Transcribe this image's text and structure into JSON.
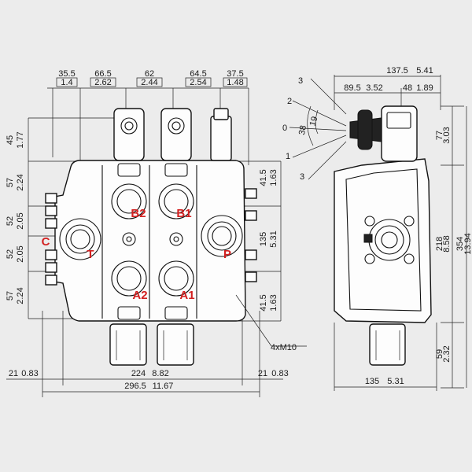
{
  "top_dims": {
    "d1": {
      "mm": "35.5",
      "in": "1.4"
    },
    "d2": {
      "mm": "66.5",
      "in": "2.62"
    },
    "d3": {
      "mm": "62",
      "in": "2.44"
    },
    "d4": {
      "mm": "64.5",
      "in": "2.54"
    },
    "d5": {
      "mm": "37.5",
      "in": "1.48"
    }
  },
  "left_dims": {
    "h1": {
      "mm": "45",
      "in": "1.77"
    },
    "h2": {
      "mm": "57",
      "in": "2.24"
    },
    "h3": {
      "mm": "52",
      "in": "2.05"
    },
    "h4": {
      "mm": "52",
      "in": "2.05"
    },
    "h5": {
      "mm": "57",
      "in": "2.24"
    }
  },
  "right_dims": {
    "r1": {
      "mm": "41.5",
      "in": "1.63"
    },
    "r2": {
      "mm": "135",
      "in": "5.31"
    },
    "r3": {
      "mm": "41.5",
      "in": "1.63"
    }
  },
  "bottom_dims": {
    "w1": {
      "mm": "21",
      "in": "0.83"
    },
    "w2": {
      "mm": "224",
      "in": "8.82"
    },
    "w3": {
      "mm": "21",
      "in": "0.83"
    },
    "w4": {
      "mm": "296.5",
      "in": "11.67"
    }
  },
  "ports": {
    "b2": "B2",
    "b1": "B1",
    "c": "C",
    "t": "T",
    "p": "P",
    "a2": "A2",
    "a1": "A1"
  },
  "thread_note": "4xM10",
  "side": {
    "w_top": {
      "mm": "137.5",
      "in": "5.41"
    },
    "w_a": {
      "mm": "89.5",
      "in": "3.52"
    },
    "w_b": {
      "mm": "48",
      "in": "1.89"
    },
    "h_a": {
      "mm": "77",
      "in": "3.03"
    },
    "h_b": {
      "mm": "218",
      "in": "8.58"
    },
    "h_total": {
      "mm": "354",
      "in": "13.94"
    },
    "h_c": {
      "mm": "59",
      "in": "2.32"
    },
    "w_bottom": {
      "mm": "135",
      "in": "5.31"
    }
  },
  "lever": {
    "positions": [
      "3",
      "2",
      "0",
      "1",
      "3"
    ],
    "angle_a": "19",
    "angle_b": "38"
  },
  "colors": {
    "port_label": "#d22020",
    "line": "#111111",
    "background": "#ececec"
  }
}
